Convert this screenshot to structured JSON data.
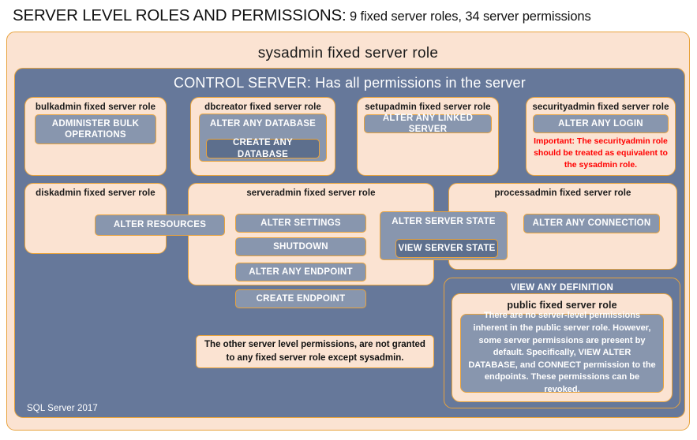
{
  "header": {
    "title": "SERVER LEVEL ROLES AND PERMISSIONS:",
    "subtitle": " 9 fixed server roles, 34 server permissions"
  },
  "sysadmin": {
    "title": "sysadmin fixed server role"
  },
  "control_server": {
    "title": "CONTROL SERVER: Has all permissions in the server"
  },
  "roles": {
    "bulkadmin": {
      "title": "bulkadmin fixed server role",
      "permissions": [
        "ADMINISTER  BULK OPERATIONS"
      ]
    },
    "dbcreator": {
      "title": "dbcreator fixed server role",
      "permissions": [
        "ALTER ANY DATABASE",
        "CREATE  ANY DATABASE"
      ]
    },
    "setupadmin": {
      "title": "setupadmin fixed server role",
      "permissions": [
        "ALTER ANY LINKED SERVER"
      ]
    },
    "securityadmin": {
      "title": "securityadmin fixed server role",
      "permissions": [
        "ALTER ANY LOGIN"
      ],
      "note": "Important:  The securityadmin role should  be treated as equivalent to the  sysadmin role."
    },
    "diskadmin": {
      "title": "diskadmin fixed server role",
      "permissions": [
        "ALTER RESOURCES"
      ]
    },
    "serveradmin": {
      "title": "serveradmin fixed server role",
      "permissions": [
        "ALTER SETTINGS",
        "SHUTDOWN",
        "ALTER ANY ENDPOINT",
        "CREATE  ENDPOINT"
      ],
      "straddle_permissions": [
        "ALTER SERVER  STATE",
        "VIEW SERVER  STATE"
      ]
    },
    "processadmin": {
      "title": "processadmin fixed server role",
      "permissions": [
        "ALTER ANY CONNECTION"
      ]
    },
    "public": {
      "view_any_definition": "VIEW ANY DEFINITION",
      "title": "public  fixed server role",
      "description": "There are no server-level permissions inherent in the public server role. However, some server permissions are present by default. Specifically, VIEW ALTER DATABASE, and CONNECT permission to the endpoints. These permissions can be revoked."
    }
  },
  "notes": {
    "other_permissions": "The other server level permissions,  are not granted to any fixed server role except sysadmin."
  },
  "footer": {
    "label": "SQL Server 2017"
  },
  "colors": {
    "peach_fill": "#fbe3d2",
    "gold_border": "#e8a33d",
    "slate_fill": "#66789a",
    "permission_fill": "#8896ae",
    "permission_dark_fill": "#5d6f8d",
    "note_red": "#ff0000",
    "text_dark": "#1a1a1a",
    "text_light": "#ffffff"
  }
}
